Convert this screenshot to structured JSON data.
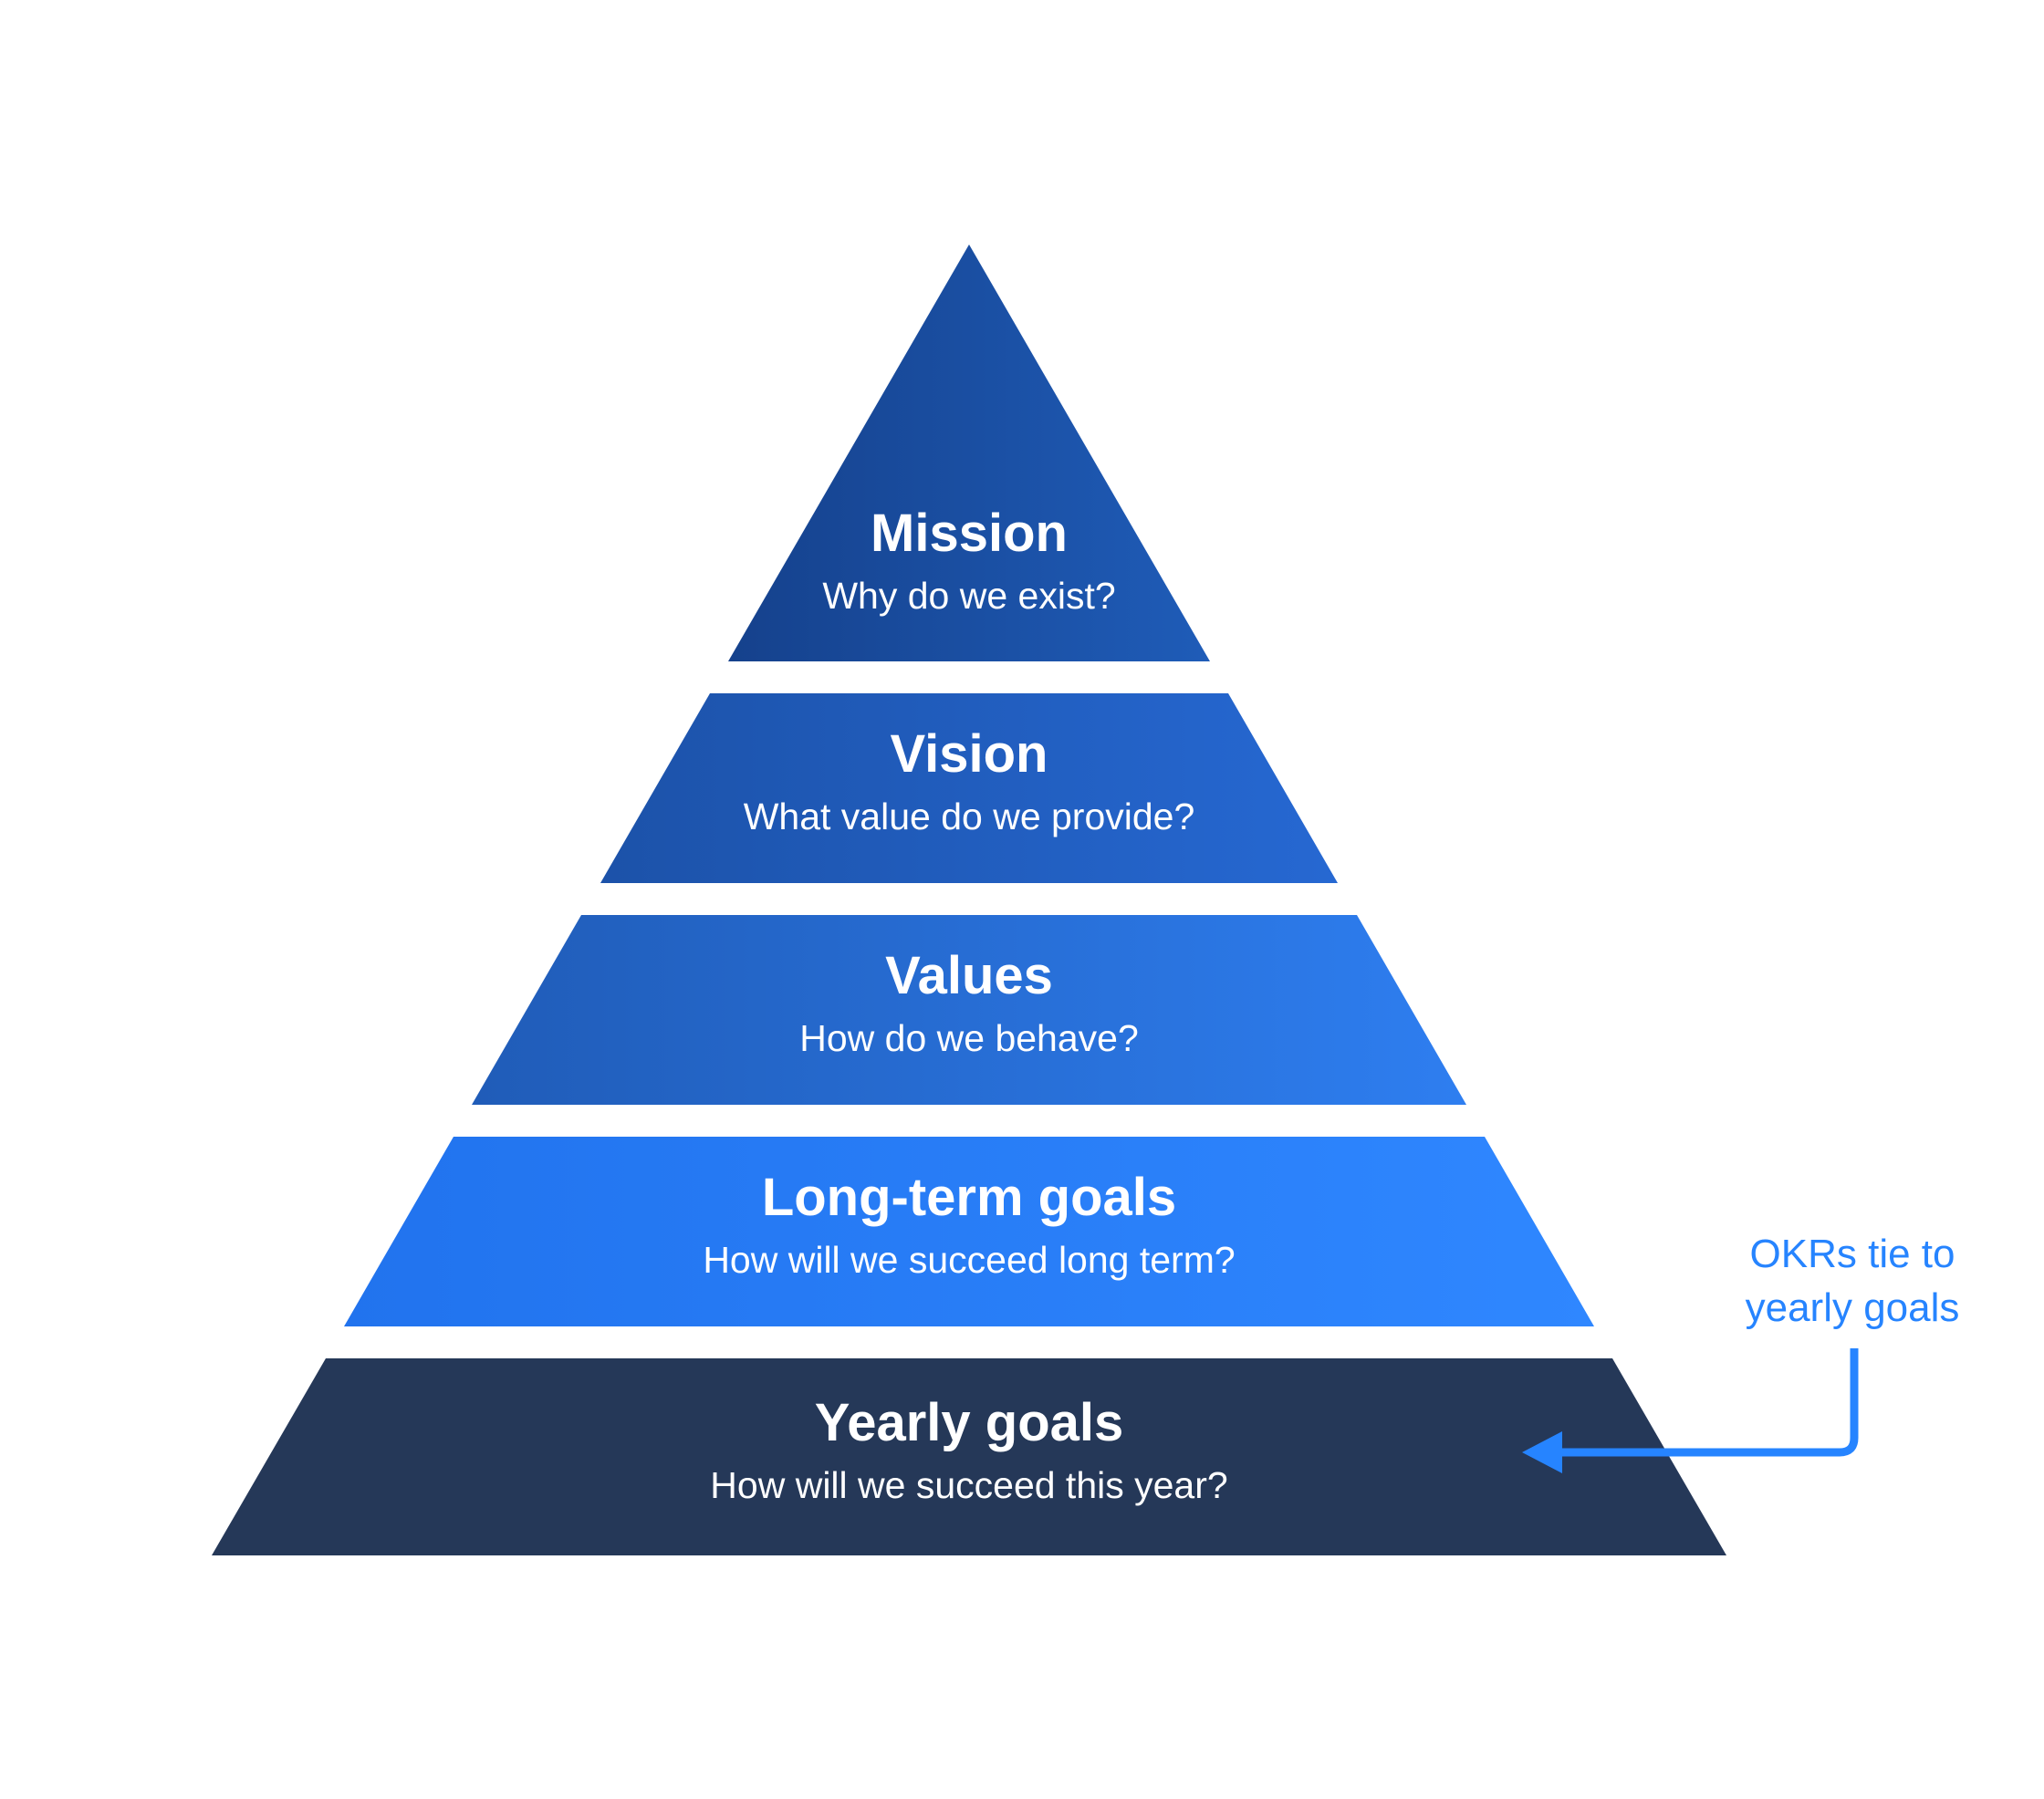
{
  "diagram": {
    "layers": [
      {
        "title": "Mission",
        "subtitle": "Why do we exist?"
      },
      {
        "title": "Vision",
        "subtitle": "What value do we provide?"
      },
      {
        "title": "Values",
        "subtitle": "How do we behave?"
      },
      {
        "title": "Long-term goals",
        "subtitle": "How will we succeed long term?"
      },
      {
        "title": "Yearly goals",
        "subtitle": "How will we succeed this year?"
      }
    ],
    "annotation": {
      "line1": "OKRs tie to",
      "line2": "yearly goals"
    },
    "colors": {
      "accent": "#2684FF",
      "mission_from": "#15418C",
      "mission_to": "#1F5CB8",
      "vision_from": "#1C52A9",
      "vision_to": "#2668D2",
      "values_from": "#205CB8",
      "values_to": "#2E7EF0",
      "longterm_from": "#2173EE",
      "longterm_to": "#2F87FF",
      "yearly": "#253858",
      "text": "#FFFFFF",
      "background": "#FFFFFF"
    }
  }
}
